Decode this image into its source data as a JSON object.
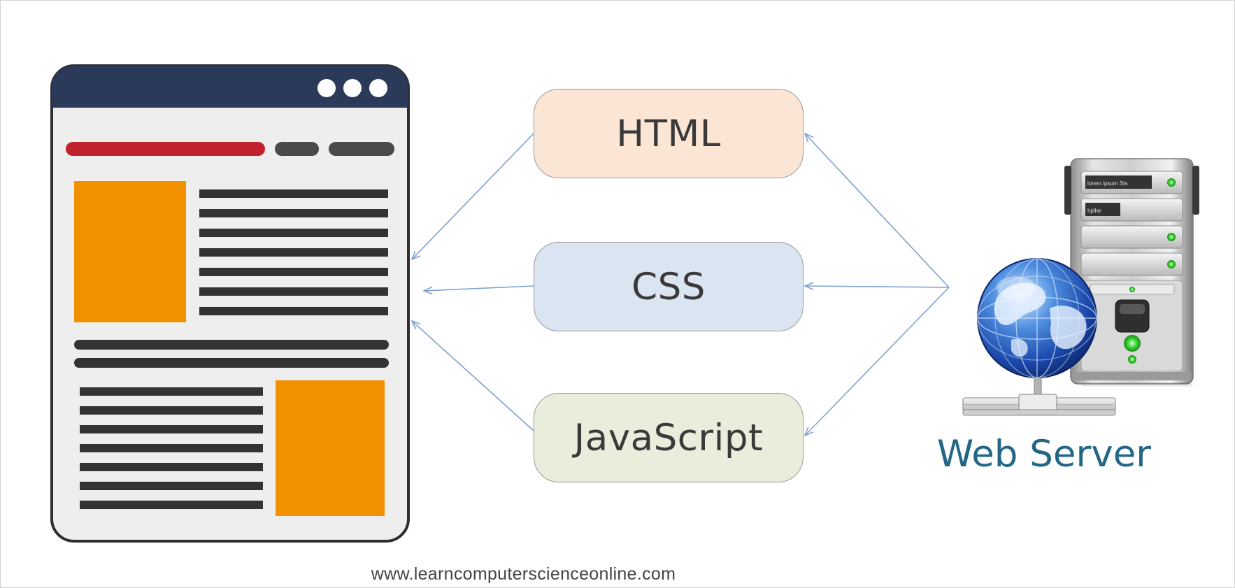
{
  "layers": {
    "html_label": "HTML",
    "css_label": "CSS",
    "javascript_label": "JavaScript"
  },
  "server": {
    "label": "Web Server",
    "panel_text_1": "lorem ipsum Sts",
    "panel_text_2": "hjdhe"
  },
  "footer": {
    "url": "www.learncomputerscienceonline.com"
  },
  "colors": {
    "html_pill": "#fbe6d6",
    "css_pill": "#dae5f1",
    "javascript_pill": "#e8eedb",
    "arrow": "#7fa1d0",
    "browser_header": "#2c3a5a",
    "browser_accent": "#c1222e",
    "image_block": "#f29100",
    "server_label": "#226786"
  },
  "icons": [
    "browser-window-icon",
    "web-server-icon",
    "globe-icon",
    "network-connector-icon"
  ]
}
